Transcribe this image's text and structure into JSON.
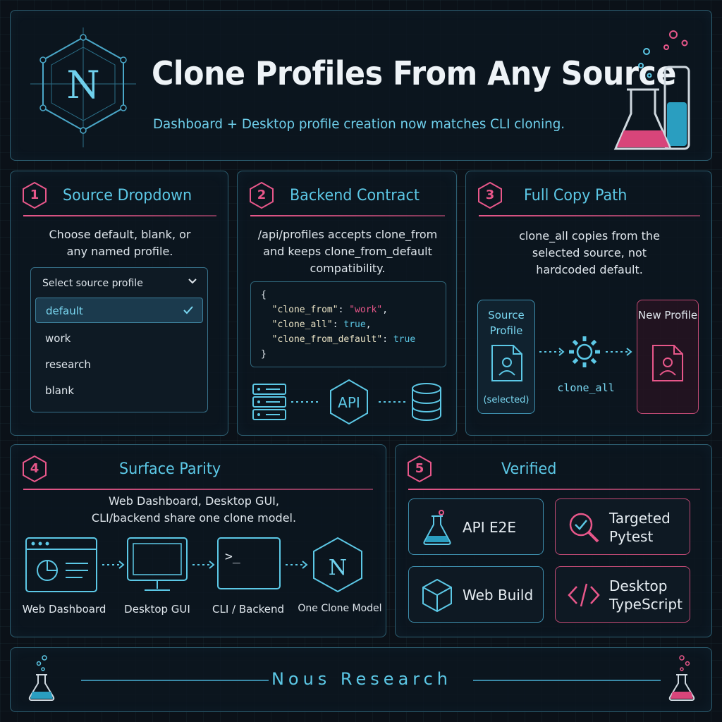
{
  "header": {
    "logo_letter": "N",
    "title": "Clone Profiles From Any Source",
    "subtitle": "Dashboard + Desktop profile creation now matches CLI cloning."
  },
  "sections": [
    {
      "number": "1",
      "title": "Source Dropdown",
      "description": "Choose default, blank, or any named profile.",
      "dropdown": {
        "placeholder": "Select source profile",
        "options": [
          "default",
          "work",
          "research",
          "blank"
        ],
        "selected": "default"
      }
    },
    {
      "number": "2",
      "title": "Backend Contract",
      "description": "/api/profiles accepts clone_from and keeps clone_from_default compatibility.",
      "code": {
        "open": "{",
        "lines": [
          {
            "key": "\"clone_from\"",
            "value": "\"work\"",
            "value_type": "string",
            "comma": ","
          },
          {
            "key": "\"clone_all\"",
            "value": "true",
            "value_type": "keyword",
            "comma": ","
          },
          {
            "key": "\"clone_from_default\"",
            "value": "true",
            "value_type": "keyword",
            "comma": ""
          }
        ],
        "close": "}"
      },
      "api_label": "API"
    },
    {
      "number": "3",
      "title": "Full Copy Path",
      "description": "clone_all copies from the selected source, not hardcoded default.",
      "source_card": {
        "title": "Source Profile",
        "note": "(selected)"
      },
      "operation_label": "clone_all",
      "target_card": {
        "title": "New Profile"
      }
    },
    {
      "number": "4",
      "title": "Surface Parity",
      "description": "Web Dashboard, Desktop GUI, CLI/backend share one clone model.",
      "surfaces": [
        "Web Dashboard",
        "Desktop GUI",
        "CLI / Backend",
        "One Clone Model"
      ],
      "terminal_prompt": ">_",
      "model_letter": "N"
    },
    {
      "number": "5",
      "title": "Verified",
      "checks": [
        {
          "label": "API E2E",
          "icon": "flask-icon",
          "accent": "#5cc8e6"
        },
        {
          "label": "Targeted\nPytest",
          "icon": "magnifier-check-icon",
          "accent": "#e8578a"
        },
        {
          "label": "Web Build",
          "icon": "cube-icon",
          "accent": "#5cc8e6"
        },
        {
          "label": "Desktop\nTypeScript",
          "icon": "code-brackets-icon",
          "accent": "#e8578a"
        }
      ]
    }
  ],
  "footer": {
    "text": "Nous Research"
  },
  "colors": {
    "accent_cyan": "#5cc8e6",
    "accent_pink": "#e8578a",
    "background": "#0b1118"
  }
}
